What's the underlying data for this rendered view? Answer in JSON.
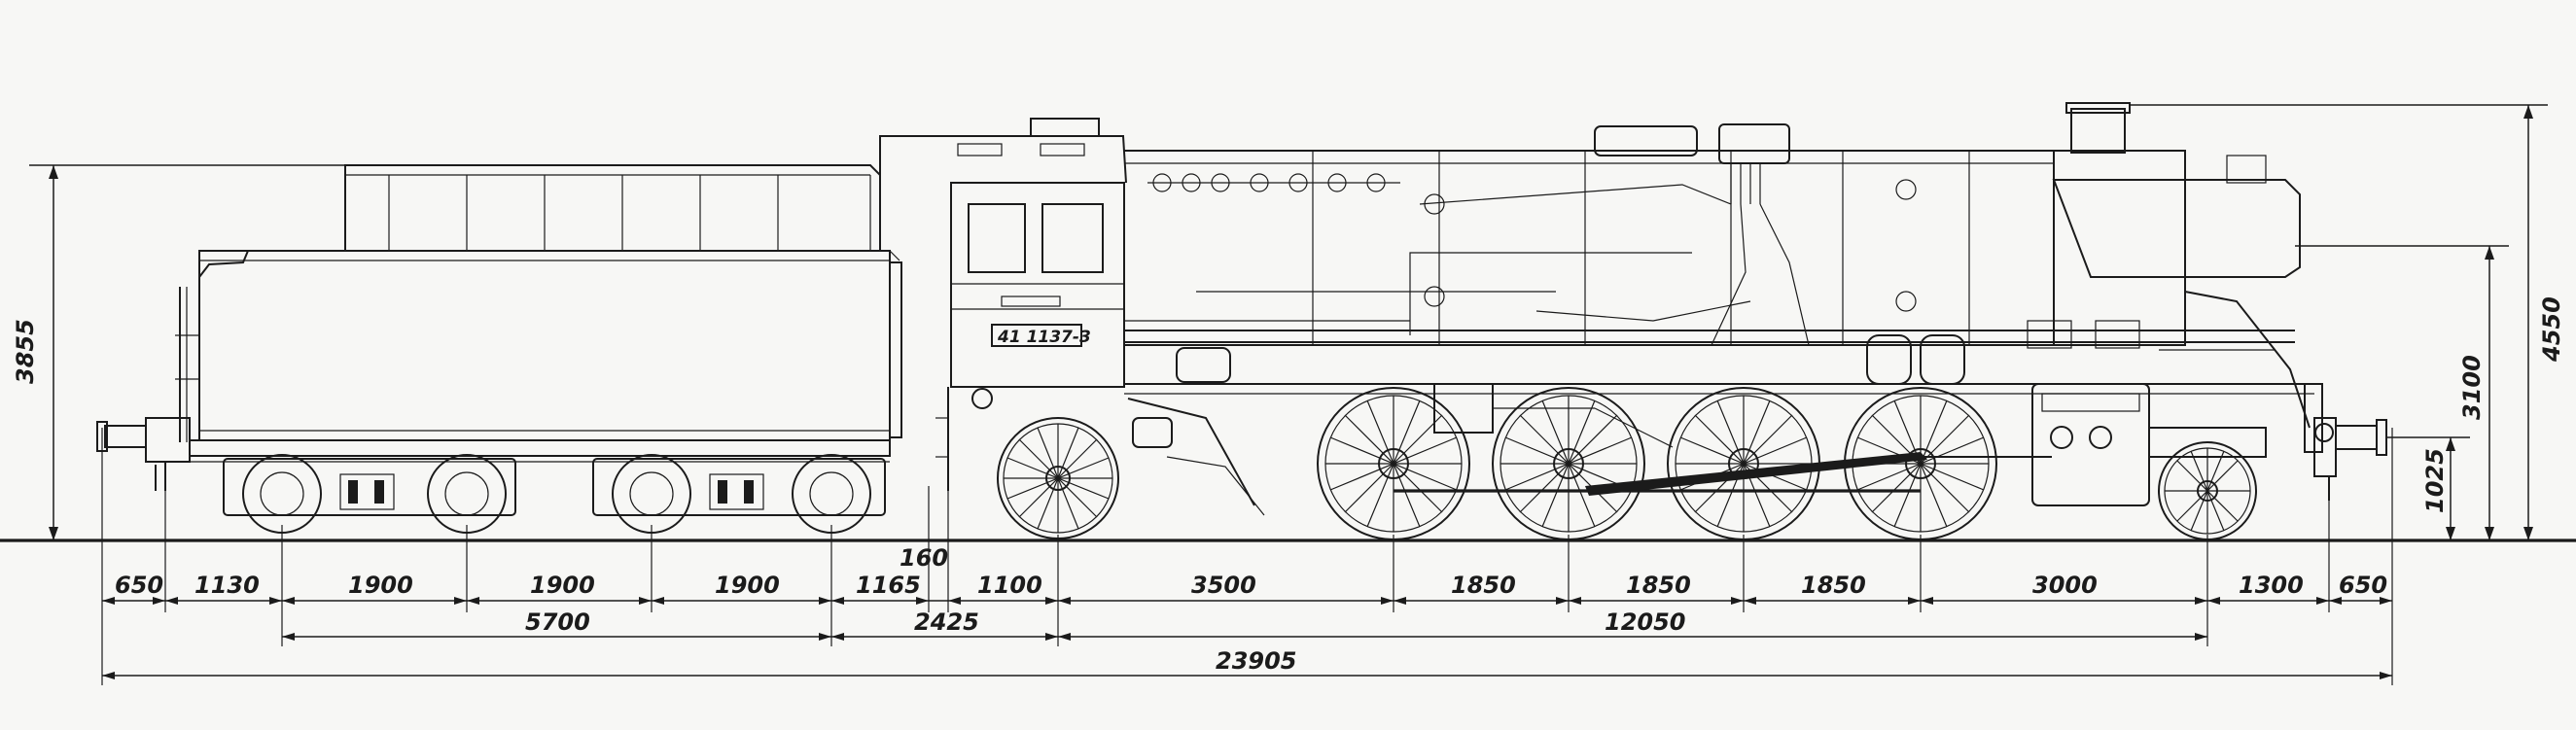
{
  "drawing": {
    "locomotive_number": "41 1137-3",
    "heights": {
      "tender_height": "3855",
      "overall_height": "4550",
      "boiler_axis_height": "3100",
      "buffer_height": "1025"
    },
    "dimensions_row1": [
      "650",
      "1130",
      "1900",
      "1900",
      "1900",
      "1165",
      "1100",
      "3500",
      "1850",
      "1850",
      "1850",
      "3000",
      "1300",
      "650"
    ],
    "dimension_160": "160",
    "dimensions_row2": [
      "5700",
      "2425",
      "12050"
    ],
    "overall_length": "23905"
  }
}
